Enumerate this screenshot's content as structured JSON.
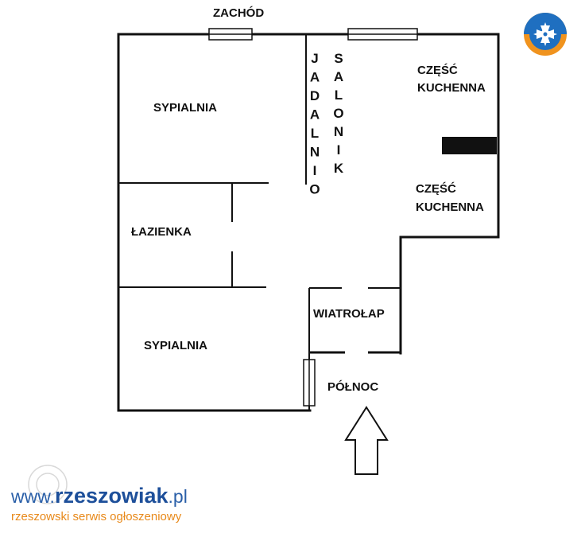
{
  "rooms": {
    "bedroom_top": "SYPIALNIA",
    "bathroom": "ŁAZIENKA",
    "bedroom_bottom": "SYPIALNIA",
    "vestibule": "WIATROŁAP",
    "kitchen_top_line1": "CZĘŚĆ",
    "kitchen_top_line2": "KUCHENNA",
    "kitchen_bottom_line1": "CZĘŚĆ",
    "kitchen_bottom_line2": "KUCHENNA"
  },
  "vertical_labels": {
    "dining": [
      "J",
      "A",
      "D",
      "A",
      "L",
      "N",
      "I",
      "O"
    ],
    "salon": [
      "S",
      "A",
      "L",
      "O",
      "N",
      "I",
      "K"
    ]
  },
  "directions": {
    "west": "ZACHÓD",
    "north": "PÓŁNOC"
  },
  "footer": {
    "url_prefix": "www.",
    "url_brand": "rzeszowiak",
    "url_tld": ".pl",
    "tagline": "rzeszowski serwis ogłoszeniowy"
  },
  "colors": {
    "wall": "#111111",
    "logo_blue": "#1f6fc0",
    "logo_orange": "#f0931e",
    "brand_blue": "#1d4f9a",
    "tagline_orange": "#e8891a"
  },
  "icons": {
    "logo": "cross-emblem-icon",
    "north_arrow": "up-arrow-icon"
  }
}
